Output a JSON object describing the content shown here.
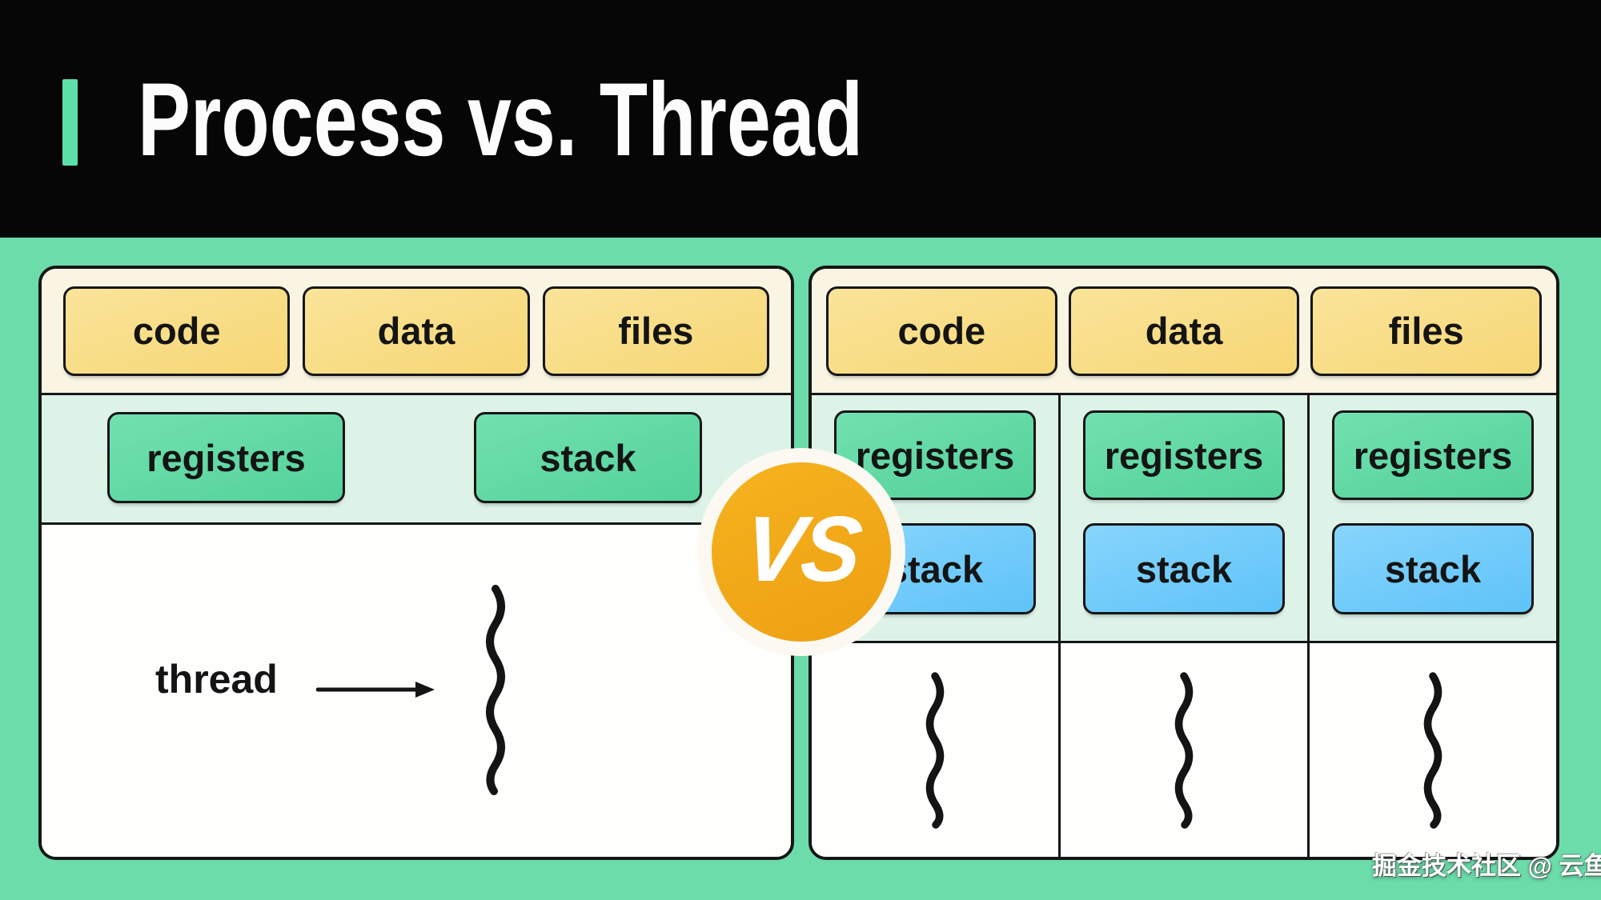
{
  "header": {
    "title": "Process vs. Thread"
  },
  "left_panel": {
    "top_boxes": [
      "code",
      "data",
      "files"
    ],
    "registers_label": "registers",
    "stack_label": "stack",
    "thread_label": "thread"
  },
  "right_panel": {
    "top_boxes": [
      "code",
      "data",
      "files"
    ],
    "columns": [
      {
        "registers_label": "registers",
        "stack_label": "stack"
      },
      {
        "registers_label": "registers",
        "stack_label": "stack"
      },
      {
        "registers_label": "registers",
        "stack_label": "stack"
      }
    ]
  },
  "vs_badge": {
    "label": "VS"
  },
  "watermark": {
    "text": "掘金技术社区 @ 云鱼T"
  },
  "colors": {
    "background_green": "#6BDCAA",
    "header_black": "#060606",
    "accent_mint": "#5CE0AA",
    "panel_cream": "#FAF5E3",
    "panel_mint": "#DEF3E8",
    "box_yellow": "#F8DA7E",
    "box_green": "#5ED8A3",
    "box_blue": "#6AC8F9",
    "vs_orange": "#F1A71D",
    "outline_dark": "#161616"
  }
}
